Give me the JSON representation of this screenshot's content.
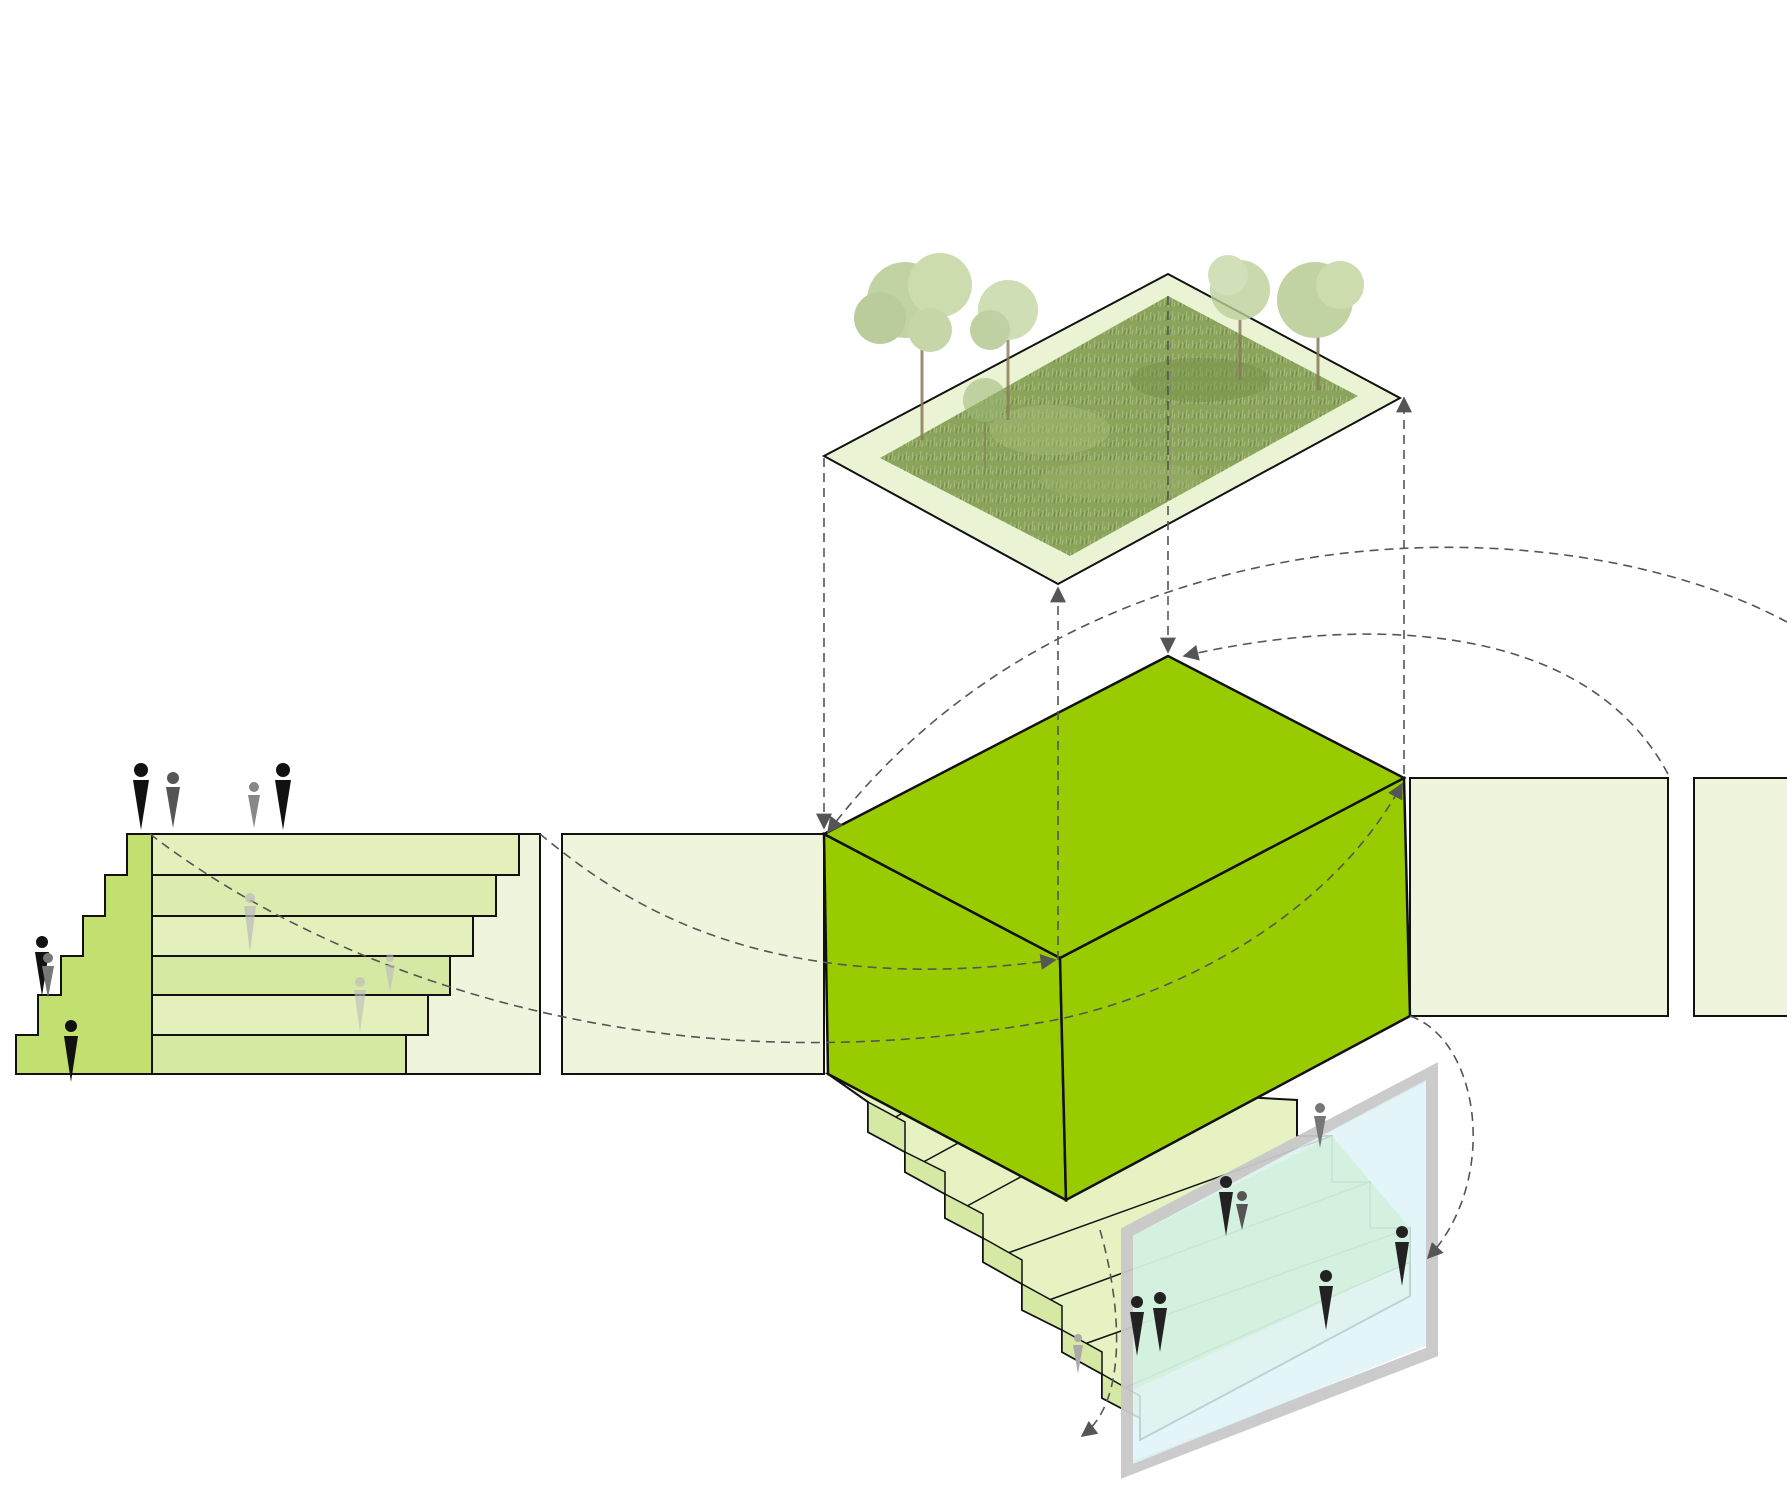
{
  "diagram": {
    "type": "isometric architectural concept diagram",
    "elements": [
      "green-roof-plate",
      "green-volume",
      "left-terraced-steps",
      "lower-stair-block",
      "water-pool",
      "ground-slabs",
      "dashed-movement-arrows",
      "people-silhouettes"
    ]
  },
  "colors": {
    "cube": "#99cc00",
    "slab": "#eef5dc",
    "step_light": "#e4f0bc",
    "step_mid": "#d5e8a4",
    "step_dark": "#c2e070",
    "roof_border": "#eaf4d4",
    "grass": "#8aa45c",
    "tree": "#b8cc94",
    "water": "#dff3f8",
    "water_green": "#cdf0d6",
    "water_frame": "#c8c8c8",
    "arrow": "#555555",
    "outline": "#111111"
  },
  "icons": {
    "person": "person-silhouette-icon",
    "tree": "tree-icon",
    "arrowhead": "arrowhead-icon"
  }
}
